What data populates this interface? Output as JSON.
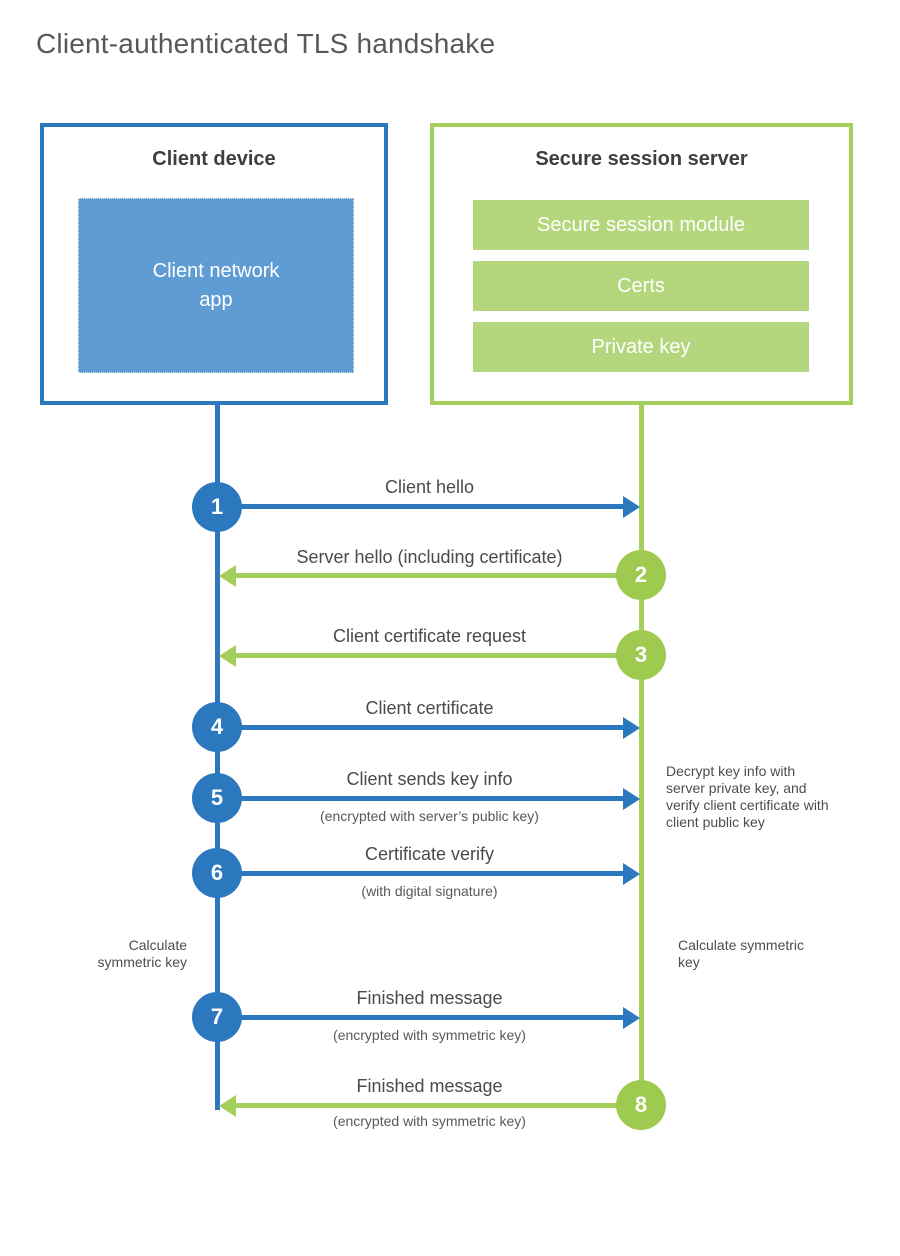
{
  "title": "Client-authenticated TLS handshake",
  "colors": {
    "accent_blue": "#2B78BE",
    "accent_blue_light": "#5E9CD3",
    "accent_green": "#A5CF5C",
    "accent_green_light": "#B4D77D",
    "accent_green_circle": "#9FCA50"
  },
  "client": {
    "title": "Client device",
    "app_label": "Client network app"
  },
  "server": {
    "title": "Secure session server",
    "modules": [
      "Secure session module",
      "Certs",
      "Private key"
    ]
  },
  "messages": [
    {
      "num": "1",
      "from": "client",
      "direction": "right",
      "label": "Client hello",
      "sublabel": ""
    },
    {
      "num": "2",
      "from": "server",
      "direction": "left",
      "label": "Server hello (including certificate)",
      "sublabel": ""
    },
    {
      "num": "3",
      "from": "server",
      "direction": "left",
      "label": "Client certificate request",
      "sublabel": ""
    },
    {
      "num": "4",
      "from": "client",
      "direction": "right",
      "label": "Client certificate",
      "sublabel": ""
    },
    {
      "num": "5",
      "from": "client",
      "direction": "right",
      "label": "Client sends key info",
      "sublabel": "(encrypted with server’s public key)"
    },
    {
      "num": "6",
      "from": "client",
      "direction": "right",
      "label": "Certificate verify",
      "sublabel": "(with digital signature)"
    },
    {
      "num": "7",
      "from": "client",
      "direction": "right",
      "label": "Finished message",
      "sublabel": "(encrypted with symmetric key)"
    },
    {
      "num": "8",
      "from": "server",
      "direction": "left",
      "label": "Finished message",
      "sublabel": "(encrypted with symmetric key)"
    }
  ],
  "notes": {
    "decrypt": "Decrypt key info with server private key, and verify client certificate with client public key",
    "calculate_client": "Calculate symmetric key",
    "calculate_server": "Calculate symmetric key"
  }
}
